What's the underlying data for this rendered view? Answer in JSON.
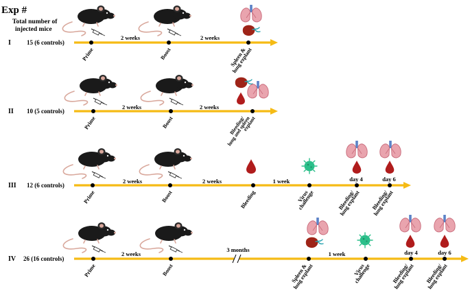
{
  "header": {
    "title": "Exp #",
    "subtitle_line1": "Total number of",
    "subtitle_line2": "injected mice"
  },
  "colors": {
    "timeline": "#f5bb15",
    "mouse": "#1a1a1a",
    "blood": "#b01c1c",
    "lung": "#e9a4ae",
    "virus": "#2bbf8a",
    "spleen": "#9e2418"
  },
  "icons": [
    "mouse-icon",
    "syringe-icon",
    "lung-icon",
    "spleen-icon",
    "blood-drop-icon",
    "virus-icon"
  ],
  "experiments": [
    {
      "id": "I",
      "mice": "15 (6 controls)",
      "intervals": [
        "2 weeks",
        "2 weeks"
      ],
      "events": [
        {
          "label": "Prime"
        },
        {
          "label": "Boost"
        },
        {
          "label_lines": [
            "Spleen &",
            "lung explant"
          ]
        }
      ]
    },
    {
      "id": "II",
      "mice": "10 (5 controls)",
      "intervals": [
        "2 weeks",
        "2 weeks"
      ],
      "events": [
        {
          "label": "Prime"
        },
        {
          "label": "Boost"
        },
        {
          "label_lines": [
            "Bleeding/",
            "lung and spleen",
            "explant"
          ]
        }
      ]
    },
    {
      "id": "III",
      "mice": "12 (6 controls)",
      "intervals": [
        "2 weeks",
        "2 weeks",
        "1 week",
        "day 4",
        "day 6"
      ],
      "events": [
        {
          "label": "Prime"
        },
        {
          "label": "Boost"
        },
        {
          "label": "Bleeding"
        },
        {
          "label_lines": [
            "Virus",
            "challenge"
          ]
        },
        {
          "label_lines": [
            "Bleeding/",
            "lung explant"
          ]
        },
        {
          "label_lines": [
            "Bleeding/",
            "lung explant"
          ]
        }
      ]
    },
    {
      "id": "IV",
      "mice": "26 (16 controls)",
      "intervals": [
        "2 weeks",
        "3 months",
        "1 week",
        "day 4",
        "day 6"
      ],
      "events": [
        {
          "label": "Prime"
        },
        {
          "label": "Boost"
        },
        {
          "label_lines": [
            "Spleen &",
            "lung explant"
          ]
        },
        {
          "label_lines": [
            "Virus",
            "challenge"
          ]
        },
        {
          "label_lines": [
            "Bleeding/",
            "lung explant"
          ]
        },
        {
          "label_lines": [
            "Bleeding/",
            "lung explant"
          ]
        }
      ]
    }
  ]
}
